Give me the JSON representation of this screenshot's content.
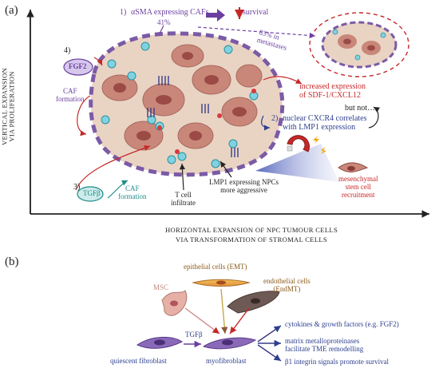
{
  "panel_a": {
    "label": "(a)",
    "y_axis": [
      "VERTICAL EXPANSION",
      "VIA PROLIFERATION"
    ],
    "x_axis": [
      "HORIZONTAL EXPANSION OF NPC TUMOUR CELLS",
      "VIA TRANSFORMATION OF STROMAL CELLS"
    ],
    "item1_num": "1)",
    "item1_text": "αSMA expressing CAFs",
    "item1_survival": "survival",
    "pct_41": "41%",
    "pct_83_line1": "83% in",
    "pct_83_line2": "metastases",
    "item4_num": "4)",
    "fgf2": "FGF2",
    "caf_formation_1": [
      "CAF",
      "formation"
    ],
    "increased_expr": [
      "increased expression",
      "of SDF-1/CXCL12"
    ],
    "item2_num": "2)",
    "item2_text": [
      "nuclear CXCR4 correlates",
      "with LMP1 expression"
    ],
    "but_not": "but not…",
    "item3_num": "3)",
    "tgfb": "TGFβ",
    "caf_formation_2": [
      "CAF",
      "formation"
    ],
    "t_cell": [
      "T cell",
      "infiltrate"
    ],
    "lmp1": [
      "LMP1 expressing NPCs",
      "more aggressive"
    ],
    "msc_recruit": [
      "mesenchymal",
      "stem cell",
      "recruitment"
    ]
  },
  "panel_b": {
    "label": "(b)",
    "epithelial": "epithelial cells (EMT)",
    "msc": "MSC",
    "endothelial_1": "endothelial cells",
    "endothelial_2": "(EndMT)",
    "tgfb": "TGFβ",
    "quiescent": "quiescent fibroblast",
    "myofibroblast": "myofibroblast",
    "out1": "cytokines & growth factors (e.g. FGF2)",
    "out2a": "matrix metalloproteinases",
    "out2b": "facilitate TME remodelling",
    "out3": "β1 integrin signals promote survival"
  },
  "colors": {
    "purple": "#6b3fa0",
    "red": "#c62828",
    "navy": "#2d3f8f",
    "teal": "#1f8c8a",
    "tumour_fill": "#e9d4c4",
    "cell_fill": "#c9877a",
    "nucleus": "#9b4a45"
  }
}
